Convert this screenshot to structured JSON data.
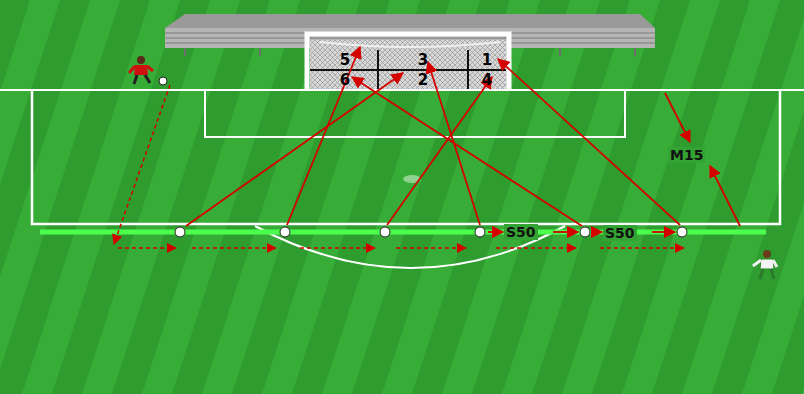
{
  "diagram": {
    "nodes": [
      {
        "text": [
          "5"
        ]
      },
      {
        "text": [
          "3"
        ]
      },
      {
        "text": [
          "1"
        ]
      },
      {
        "text": [
          "6"
        ]
      },
      {
        "text": [
          "2"
        ]
      },
      {
        "text": [
          "4"
        ]
      }
    ],
    "labels": [
      "S50",
      "S50",
      "M15"
    ]
  }
}
